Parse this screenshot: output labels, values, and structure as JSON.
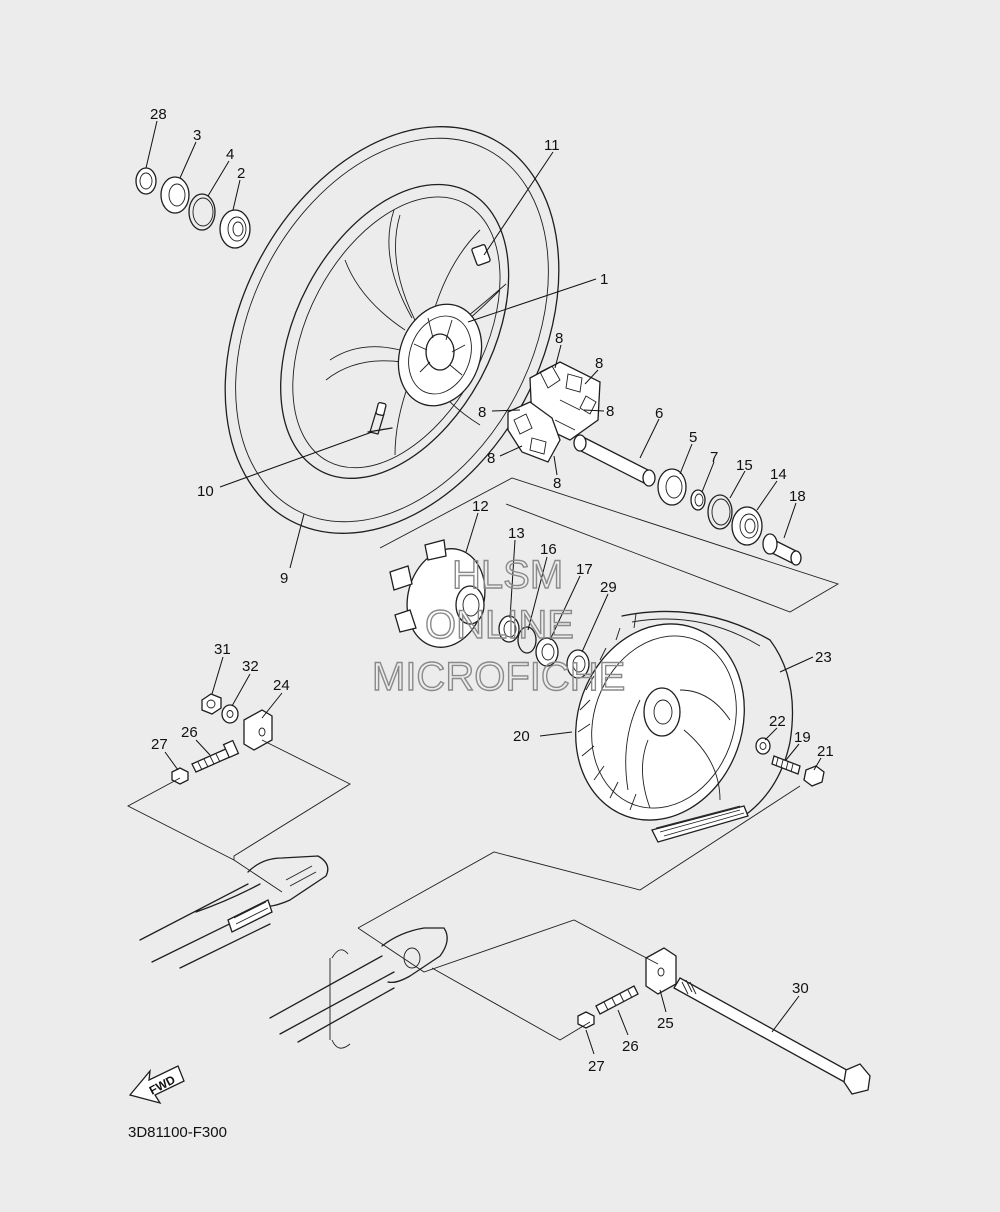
{
  "diagram": {
    "code": "3D81100-F300",
    "fwd_label": "FWD",
    "watermark": [
      "HLSM",
      "ONLINE",
      "MICROFICHE"
    ],
    "callouts": [
      {
        "id": "p28",
        "label": "28"
      },
      {
        "id": "p3",
        "label": "3"
      },
      {
        "id": "p4",
        "label": "4"
      },
      {
        "id": "p2",
        "label": "2"
      },
      {
        "id": "p11",
        "label": "11"
      },
      {
        "id": "p1",
        "label": "1"
      },
      {
        "id": "p8a",
        "label": "8"
      },
      {
        "id": "p8b",
        "label": "8"
      },
      {
        "id": "p8c",
        "label": "8"
      },
      {
        "id": "p8d",
        "label": "8"
      },
      {
        "id": "p8e",
        "label": "8"
      },
      {
        "id": "p8f",
        "label": "8"
      },
      {
        "id": "p6",
        "label": "6"
      },
      {
        "id": "p5",
        "label": "5"
      },
      {
        "id": "p7",
        "label": "7"
      },
      {
        "id": "p15",
        "label": "15"
      },
      {
        "id": "p14",
        "label": "14"
      },
      {
        "id": "p18",
        "label": "18"
      },
      {
        "id": "p10",
        "label": "10"
      },
      {
        "id": "p9",
        "label": "9"
      },
      {
        "id": "p12",
        "label": "12"
      },
      {
        "id": "p13",
        "label": "13"
      },
      {
        "id": "p16",
        "label": "16"
      },
      {
        "id": "p17",
        "label": "17"
      },
      {
        "id": "p29",
        "label": "29"
      },
      {
        "id": "p31",
        "label": "31"
      },
      {
        "id": "p32",
        "label": "32"
      },
      {
        "id": "p24",
        "label": "24"
      },
      {
        "id": "p26a",
        "label": "26"
      },
      {
        "id": "p27a",
        "label": "27"
      },
      {
        "id": "p23",
        "label": "23"
      },
      {
        "id": "p20",
        "label": "20"
      },
      {
        "id": "p22",
        "label": "22"
      },
      {
        "id": "p19",
        "label": "19"
      },
      {
        "id": "p21",
        "label": "21"
      },
      {
        "id": "p30",
        "label": "30"
      },
      {
        "id": "p25",
        "label": "25"
      },
      {
        "id": "p26b",
        "label": "26"
      },
      {
        "id": "p27b",
        "label": "27"
      }
    ]
  }
}
